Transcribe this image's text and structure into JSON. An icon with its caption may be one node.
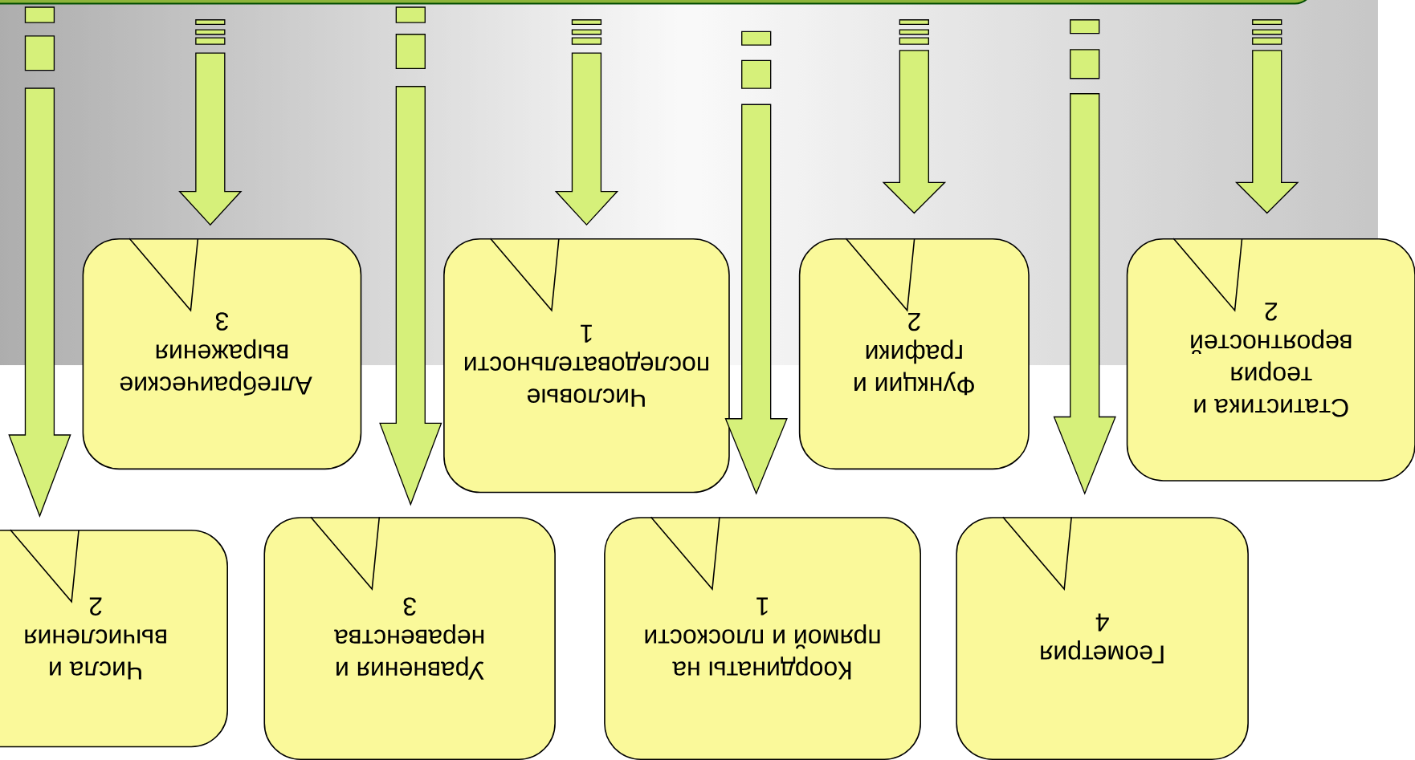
{
  "diagram": {
    "nodes": [
      {
        "text": [],
        "shape": "bar"
      },
      {
        "text": [
          "Алгебраические выражения",
          "3"
        ]
      },
      {
        "text": [
          "Числовые последовательности",
          "1"
        ]
      },
      {
        "text": [
          "Функции и графики",
          "2"
        ]
      },
      {
        "text": [
          "Статистика и теория вероятностей",
          "2"
        ]
      },
      {
        "text": [
          "Числа и вычисления",
          "2"
        ]
      },
      {
        "text": [
          "Уравнения и неравенства",
          "3"
        ]
      },
      {
        "text": [
          "Координаты на прямой и плоскости",
          "1"
        ]
      },
      {
        "text": [
          "Геометрия",
          "4"
        ]
      }
    ],
    "edges": [
      {
        "from": 0,
        "to": 5,
        "arrow": "to"
      },
      {
        "from": 0,
        "to": 1,
        "arrow": "to"
      },
      {
        "from": 0,
        "to": 6,
        "arrow": "to"
      },
      {
        "from": 0,
        "to": 2,
        "arrow": "to"
      },
      {
        "from": 0,
        "to": 7,
        "arrow": "to"
      },
      {
        "from": 0,
        "to": 3,
        "arrow": "to"
      },
      {
        "from": 0,
        "to": 8,
        "arrow": "to"
      },
      {
        "from": 0,
        "to": 4,
        "arrow": "to"
      }
    ]
  }
}
